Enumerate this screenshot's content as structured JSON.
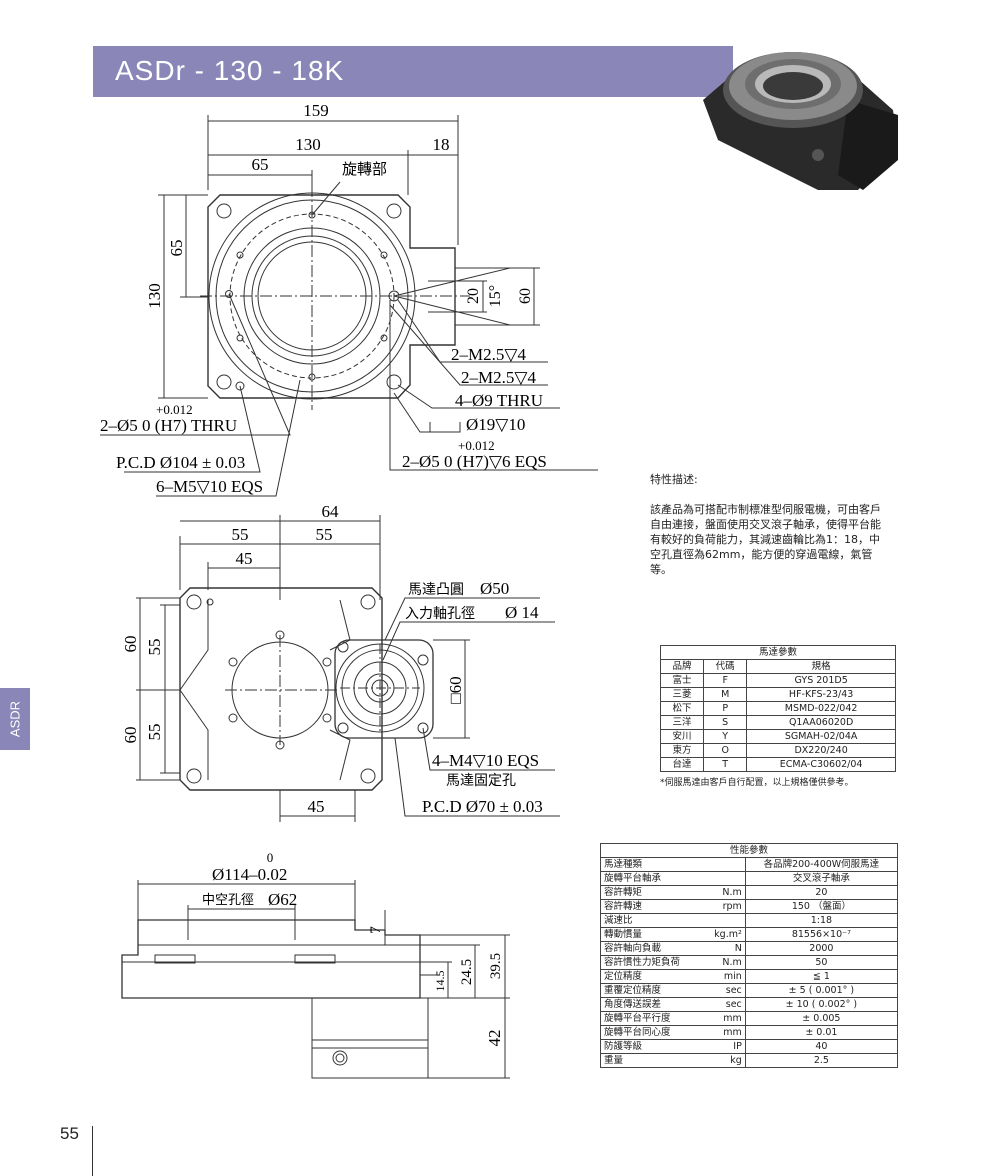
{
  "header": {
    "title": "ASDr - 130 - 18K"
  },
  "side_tab": {
    "label": "ASDR"
  },
  "page": {
    "number": "55"
  },
  "top_view": {
    "dim_159": "159",
    "dim_130_top": "130",
    "dim_18": "18",
    "dim_65_top": "65",
    "label_rotating": "旋轉部",
    "dim_65_left": "65",
    "dim_130_left": "130",
    "dim_20": "20",
    "dim_15deg": "15°",
    "dim_60": "60",
    "callout_m25_a": "2–M2.5▽4",
    "callout_m25_b": "2–M2.5▽4",
    "callout_9thru": "4–Ø9 THRU",
    "callout_19": "Ø19▽10",
    "callout_tol_right": "+0.012",
    "callout_pin_right": "2–Ø5 0  (H7)▽6 EQS",
    "callout_tol_left": "+0.012",
    "callout_pin_left": "2–Ø5  0   (H7) THRU",
    "callout_pcd": "P.C.D Ø104 ± 0.03",
    "callout_m5": "6–M5▽10 EQS"
  },
  "mid_view": {
    "dim_64": "64",
    "dim_55_a": "55",
    "dim_55_b": "55",
    "dim_45_top": "45",
    "label_motor_boss": "馬達凸圓",
    "dim_50": "Ø50",
    "label_input_shaft": "入力軸孔徑",
    "dim_14": "Ø 14",
    "dim_60_a": "60",
    "dim_55_c": "55",
    "dim_60_b": "60",
    "dim_55_d": "55",
    "dim_sq60": "□60",
    "callout_m4": "4–M4▽10 EQS",
    "label_motor_fix": "馬達固定孔",
    "dim_45_bottom": "45",
    "callout_pcd70": "P.C.D Ø70 ± 0.03"
  },
  "side_view": {
    "tol_114": "0",
    "dim_114": "Ø114–0.02",
    "label_hollow": "中空孔徑",
    "dim_62": "Ø62",
    "dim_7": "7",
    "dim_14_5": "14.5",
    "dim_24_5": "24.5",
    "dim_39_5": "39.5",
    "dim_42": "42"
  },
  "features": {
    "title": "特性描述:",
    "body": "該產品為可搭配市制標准型伺服電機，可由客戶自由連接，盤面使用交叉滾子軸承，使得平台能有較好的負荷能力，其減速齒輪比為1：18，中空孔直徑為62mm，能方便的穿過電線，氣管等。"
  },
  "motor_table": {
    "title": "馬達參數",
    "headers": [
      "品牌",
      "代碼",
      "規格"
    ],
    "rows": [
      [
        "富士",
        "F",
        "GYS 201D5"
      ],
      [
        "三菱",
        "M",
        "HF-KFS-23/43"
      ],
      [
        "松下",
        "P",
        "MSMD-022/042"
      ],
      [
        "三洋",
        "S",
        "Q1AA06020D"
      ],
      [
        "安川",
        "Y",
        "SGMAH-02/04A"
      ],
      [
        "東方",
        "O",
        "DX220/240"
      ],
      [
        "台達",
        "T",
        "ECMA-C30602/04"
      ]
    ],
    "note": "*伺服馬達由客戶自行配置，以上規格僅供參考。"
  },
  "perf_table": {
    "title": "性能參數",
    "rows": [
      [
        "馬達種類",
        "",
        "各品牌200-400W伺服馬達"
      ],
      [
        "旋轉平台軸承",
        "",
        "交叉滾子軸承"
      ],
      [
        "容許轉矩",
        "N.m",
        "20"
      ],
      [
        "容許轉速",
        "rpm",
        "150 （盤面）"
      ],
      [
        "減速比",
        "",
        "1:18"
      ],
      [
        "轉動慣量",
        "kg.m²",
        "81556×10⁻⁷"
      ],
      [
        "容許軸向負載",
        "N",
        "2000"
      ],
      [
        "容許慣性力矩負荷",
        "N.m",
        "50"
      ],
      [
        "定位精度",
        "min",
        "≦ 1"
      ],
      [
        "重覆定位精度",
        "sec",
        "± 5 ( 0.001° )"
      ],
      [
        "角度傳送誤差",
        "sec",
        "± 10 ( 0.002° )"
      ],
      [
        "旋轉平台平行度",
        "mm",
        "± 0.005"
      ],
      [
        "旋轉平台同心度",
        "mm",
        "± 0.01"
      ],
      [
        "防護等級",
        "IP",
        "40"
      ],
      [
        "重量",
        "kg",
        "2.5"
      ]
    ]
  }
}
